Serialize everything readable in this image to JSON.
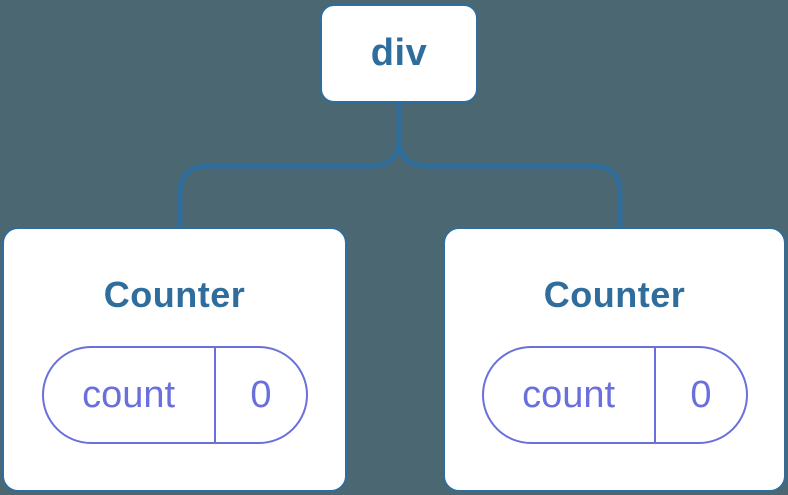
{
  "theme": {
    "background": "#4b6771",
    "line_blue": "#2e6d9c",
    "text_blue": "#2e6d9c",
    "state_purple": "#6a6fdd",
    "card_background": "#ffffff"
  },
  "diagram": {
    "type": "component-tree",
    "root": {
      "label": "div"
    },
    "children": [
      {
        "name": "Counter",
        "state": [
          {
            "key": "count",
            "value": "0"
          }
        ]
      },
      {
        "name": "Counter",
        "state": [
          {
            "key": "count",
            "value": "0"
          }
        ]
      }
    ]
  }
}
